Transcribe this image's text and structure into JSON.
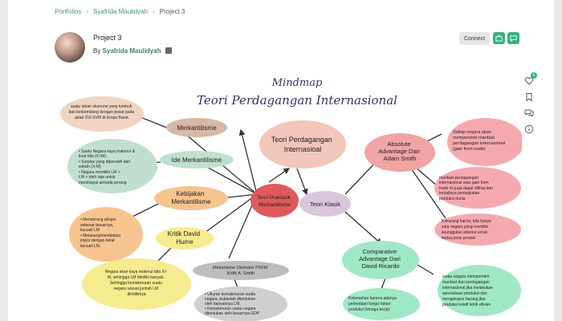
{
  "breadcrumb": [
    "Portfolios",
    "Syafrida Maulidyah",
    "Project 3"
  ],
  "project": {
    "title": "Project 3",
    "by_label": "By",
    "author": "Syafrida Maulidyah"
  },
  "actions": {
    "connect_label": "Connect"
  },
  "side": {
    "notification_count": "5"
  },
  "mindmap": {
    "heading_line1": "Mindmap",
    "heading_line2": "Teori Perdagangan Internasional",
    "central": [
      "Teori Perdagangan",
      "Internasioal"
    ],
    "praktis": [
      "Teori Praklasik",
      "Merkantilisme"
    ],
    "klasik": "Teori Klasik",
    "merkantilisme": "Merkantilisme",
    "merk_desc": [
      "suatu aliran ekonomi yang tumbuh",
      "dan berkembang dengan pesat pada",
      "abad XVI-XVIII di Eropa Barat."
    ],
    "ide": "Ide Merkantilisme",
    "ide_desc": [
      "• Suatu Negara kaya,makmur &",
      "  kuat bila (X>M).",
      "• Surplus yang diperoleh dari",
      "  selisih (X-M)",
      "• Negara memiliki LM >",
      "  LM > oleh raja untuk",
      "  membiayai armada perang"
    ],
    "kebijakan": [
      "Kebijakan",
      "Merkantilisme"
    ],
    "kebijakan_desc": [
      "• Mendorong ekspor",
      "  sebesar-besarnya,",
      "  kecuali LM",
      "• Melarang/membatasi",
      "  impor dengan ketat",
      "  kecuali LM."
    ],
    "kritik": [
      "Kritik David",
      "Hume"
    ],
    "kritik_desc": [
      "Negara akan kaya makmur bila X>",
      "M, sehingga LM dimiliki banyak.",
      "Sehingga kemakmuran suatu",
      "negara sesuai jumlah LM",
      "dimilikinya"
    ],
    "psfm": [
      "Mekanisme Otomatis PSFM",
      "Kritik A. Smith"
    ],
    "psfm_desc": [
      "• Ukuran kemakmuran suatu",
      "  negara, bukanlah ditentukan",
      "  oleh banyaknya LM.",
      "• Kemakmuran suatu negara",
      "  ditentukan oleh besarnya GDP"
    ],
    "absolute": [
      "Absolute",
      "Advantage Dari",
      "Adam Smith"
    ],
    "abs_desc1": [
      "Setiap negara akan",
      "memperoleh manfaat",
      "perdagangan internasional",
      "(gain from trade)"
    ],
    "abs_desc2": [
      "manfaat perdagangan",
      "internasional atau gain from",
      "trade ini juga dapat dilihat dari",
      "terjadinya peningkatan",
      "produksi dunia"
    ],
    "abs_desc3": [
      "Kekurang hat ini, bila hanya",
      "satu negara yang memiliki",
      "keunggulan absolut untuk",
      "kedua jenis produk"
    ],
    "comparative": [
      "Comparative",
      "Advantage Dari",
      "David Ricardo"
    ],
    "comp_desc1": [
      "suatu negara memperoleh",
      "manfaat dari perdagangan",
      "internasional jika melakukan",
      "spesialisasi produksi dan",
      "mengekspor barang jika",
      "produksi relatif lebih efisien"
    ],
    "comp_desc2": [
      "Kelemahan karena adanya",
      "perbedaan fungsi faktor",
      "produksi (tenaga kerja)."
    ]
  }
}
